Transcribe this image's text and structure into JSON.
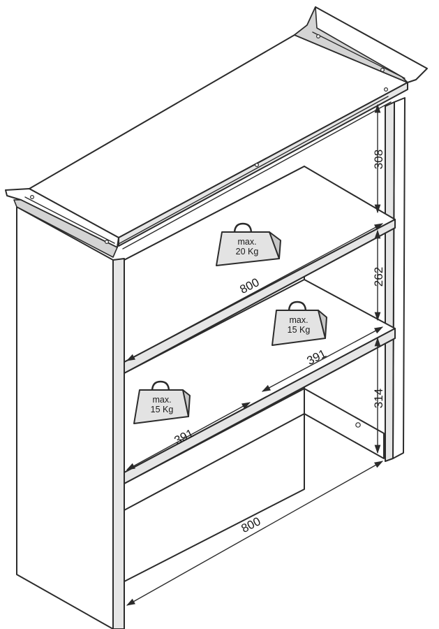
{
  "dimensions": {
    "width_top": "800",
    "width_bottom": "800",
    "compartment_left": "391",
    "compartment_right": "391",
    "height_top": "308",
    "height_middle": "262",
    "height_bottom": "314"
  },
  "load_labels": {
    "top_shelf": {
      "line1": "max.",
      "line2": "20 Kg"
    },
    "right_compartment": {
      "line1": "max.",
      "line2": "15 Kg"
    },
    "left_compartment": {
      "line1": "max.",
      "line2": "15 Kg"
    }
  },
  "icons": [
    "weight-icon",
    "arrow-icon"
  ],
  "colors": {
    "line": "#2b2b2b",
    "panel": "#ffffff",
    "shade": "#e6e6e6"
  }
}
